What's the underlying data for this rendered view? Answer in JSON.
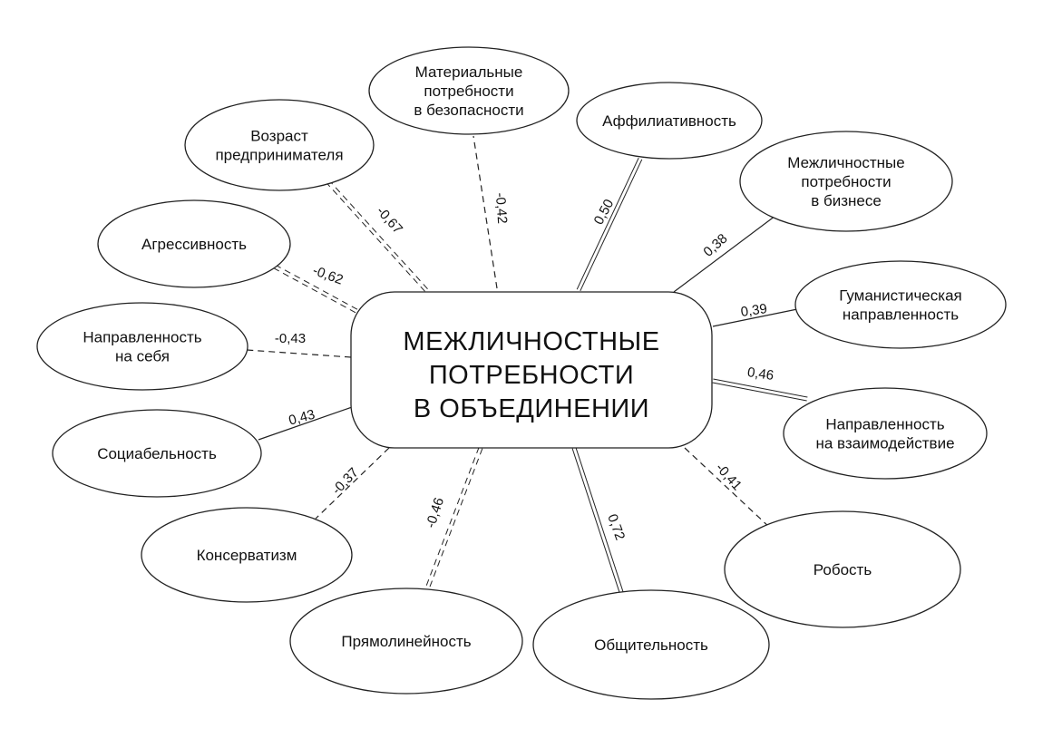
{
  "center": {
    "lines": [
      "МЕЖЛИЧНОСТНЫЕ",
      "ПОТРЕБНОСТИ",
      "В ОБЪЕДИНЕНИИ"
    ]
  },
  "nodes": [
    {
      "id": "material",
      "lines": [
        "Материальные",
        "потребности",
        "в безопасности"
      ]
    },
    {
      "id": "affiliation",
      "lines": [
        "Аффилиативность"
      ]
    },
    {
      "id": "business",
      "lines": [
        "Межличностные",
        "потребности",
        "в бизнесе"
      ]
    },
    {
      "id": "humanistic",
      "lines": [
        "Гуманистическая",
        "направленность"
      ]
    },
    {
      "id": "interaction",
      "lines": [
        "Направленность",
        "на взаимодействие"
      ]
    },
    {
      "id": "timidity",
      "lines": [
        "Робость"
      ]
    },
    {
      "id": "sociability",
      "lines": [
        "Общительность"
      ]
    },
    {
      "id": "straightness",
      "lines": [
        "Прямолинейность"
      ]
    },
    {
      "id": "conservatism",
      "lines": [
        "Консерватизм"
      ]
    },
    {
      "id": "sociableness",
      "lines": [
        "Социабельность"
      ]
    },
    {
      "id": "self",
      "lines": [
        "Направленность",
        "на себя"
      ]
    },
    {
      "id": "aggressiveness",
      "lines": [
        "Агрессивность"
      ]
    },
    {
      "id": "age",
      "lines": [
        "Возраст",
        "предпринимателя"
      ]
    }
  ],
  "edges": [
    {
      "to": "material",
      "value": "-0,42",
      "style": "dashed-single"
    },
    {
      "to": "affiliation",
      "value": "0,50",
      "style": "solid-double"
    },
    {
      "to": "business",
      "value": "0,38",
      "style": "solid-single"
    },
    {
      "to": "humanistic",
      "value": "0,39",
      "style": "solid-single"
    },
    {
      "to": "interaction",
      "value": "0,46",
      "style": "solid-double"
    },
    {
      "to": "timidity",
      "value": "-0,41",
      "style": "dashed-single"
    },
    {
      "to": "sociability",
      "value": "0,72",
      "style": "solid-double"
    },
    {
      "to": "straightness",
      "value": "-0,46",
      "style": "dashed-double"
    },
    {
      "to": "conservatism",
      "value": "-0,37",
      "style": "dashed-single"
    },
    {
      "to": "sociableness",
      "value": "0,43",
      "style": "solid-single"
    },
    {
      "to": "self",
      "value": "-0,43",
      "style": "dashed-single"
    },
    {
      "to": "aggressiveness",
      "value": "-0,62",
      "style": "dashed-double"
    },
    {
      "to": "age",
      "value": "-0,67",
      "style": "dashed-double"
    }
  ],
  "colors": {
    "stroke": "#222222",
    "background": "#ffffff",
    "text": "#111111"
  }
}
